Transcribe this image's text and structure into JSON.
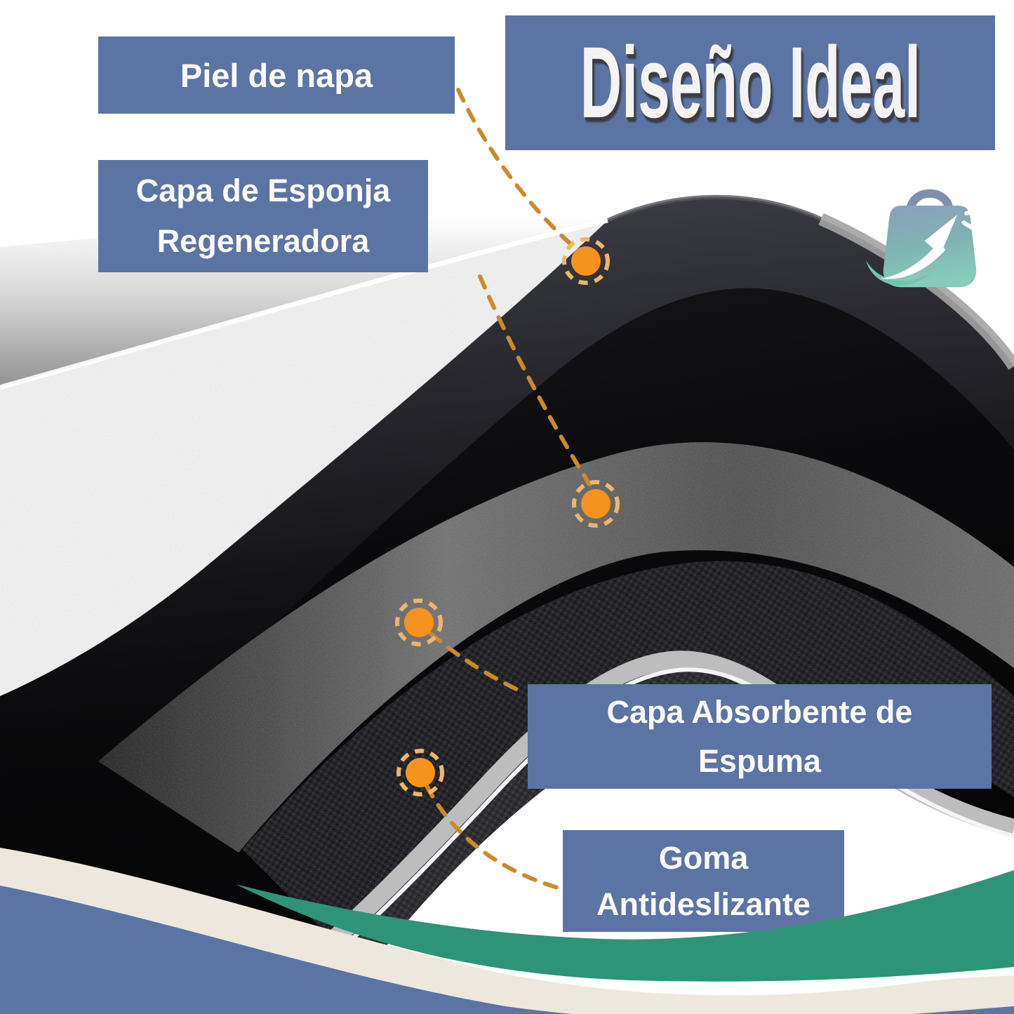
{
  "title": {
    "text": "Diseño Ideal"
  },
  "callout_labels": {
    "piel": {
      "text": "Piel de napa"
    },
    "esponja": {
      "line1": "Capa de Esponja",
      "line2": "Regeneradora"
    },
    "espuma": {
      "line1": "Capa Absorbente de",
      "line2": "Espuma"
    },
    "goma": {
      "line1": "Goma",
      "line2": "Antideslizante"
    }
  },
  "icons": {
    "bag": "shopping-bag-click-icon"
  },
  "colors": {
    "label_bg": "#5b74a3",
    "label_text": "#fafafa",
    "title_text": "#f3f3f3",
    "title_shadow": "#3c3c46",
    "accent_orange": "#f6921e",
    "dash_orange": "#cc8a2d",
    "ring_orange": "#e9b86d",
    "wave_green": "#2d9478",
    "wave_cream": "#eee7de",
    "wave_blue": "#5b74a3"
  }
}
